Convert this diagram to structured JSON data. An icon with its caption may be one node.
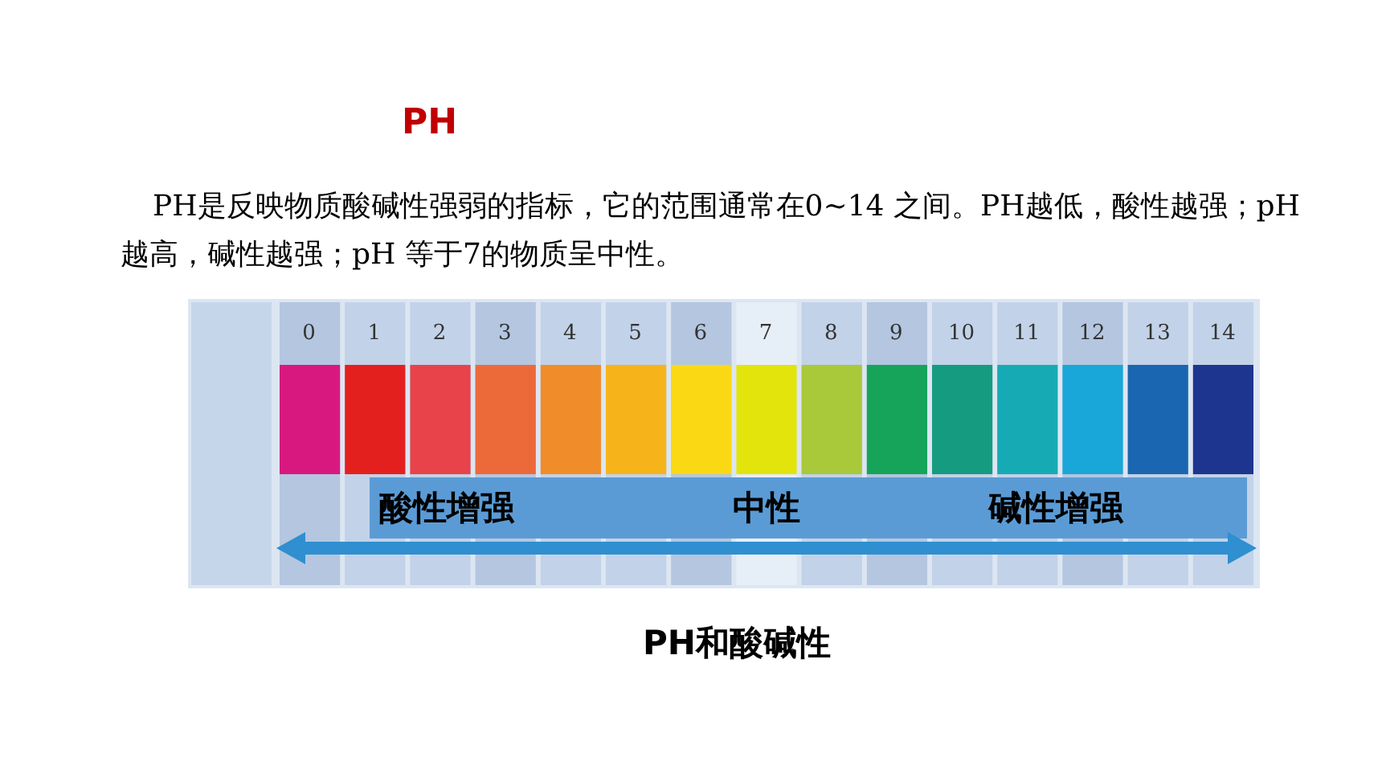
{
  "diagram": {
    "title": "PH",
    "caption": "PH和酸碱性",
    "labels": [
      "PH是反映物质酸碱性强弱的指标，它的范围通常在0~14 之间。PH越低，酸性越强；pH 越高，碱性越强；pH 等于7的物质呈中性。",
      "0",
      "1",
      "2",
      "3",
      "4",
      "5",
      "6",
      "7",
      "8",
      "9",
      "10",
      "11",
      "12",
      "13",
      "14",
      "酸性增强",
      "中性",
      "碱性增强"
    ]
  }
}
